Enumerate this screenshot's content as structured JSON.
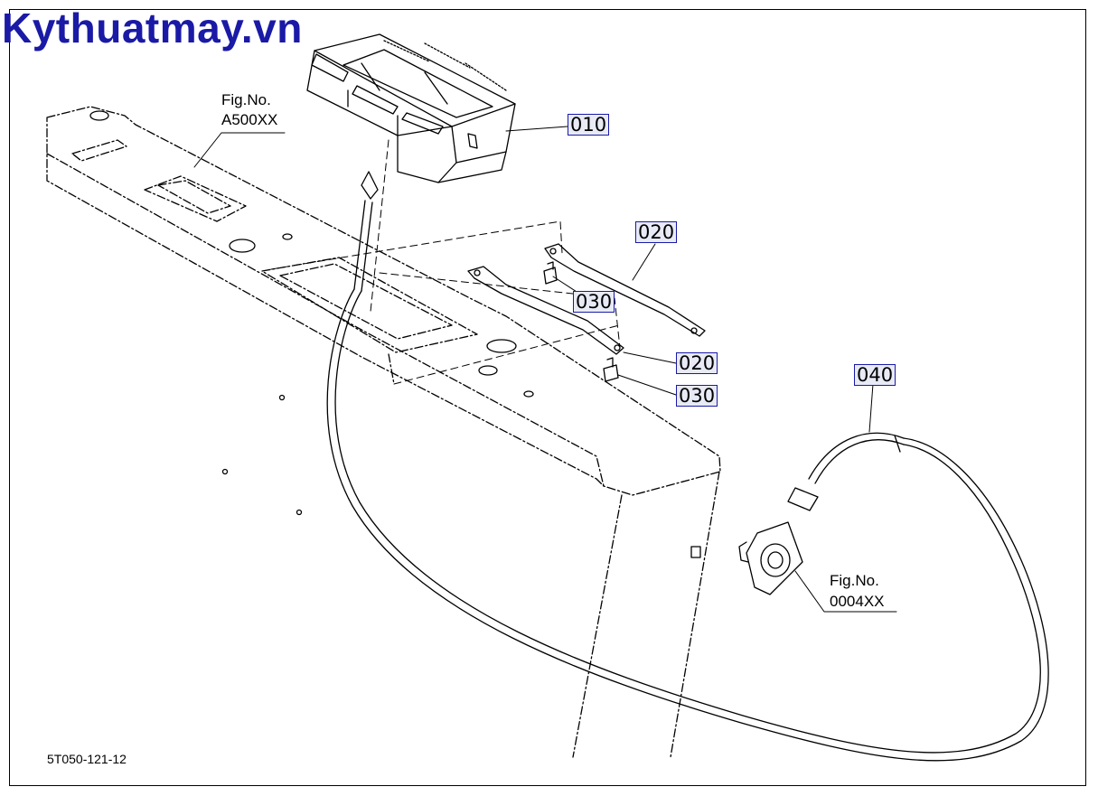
{
  "brand": {
    "watermark": "Kythuatmay.vn",
    "color": "#1a1aa6"
  },
  "fig_refs": [
    {
      "label": "Fig.No.",
      "number": "A500XX"
    },
    {
      "label": "Fig.No.",
      "number": "0004XX"
    }
  ],
  "callouts": [
    {
      "id": "010"
    },
    {
      "id": "020"
    },
    {
      "id": "030"
    },
    {
      "id": "020"
    },
    {
      "id": "030"
    },
    {
      "id": "040"
    }
  ],
  "drawing_code": "5T050-121-12"
}
